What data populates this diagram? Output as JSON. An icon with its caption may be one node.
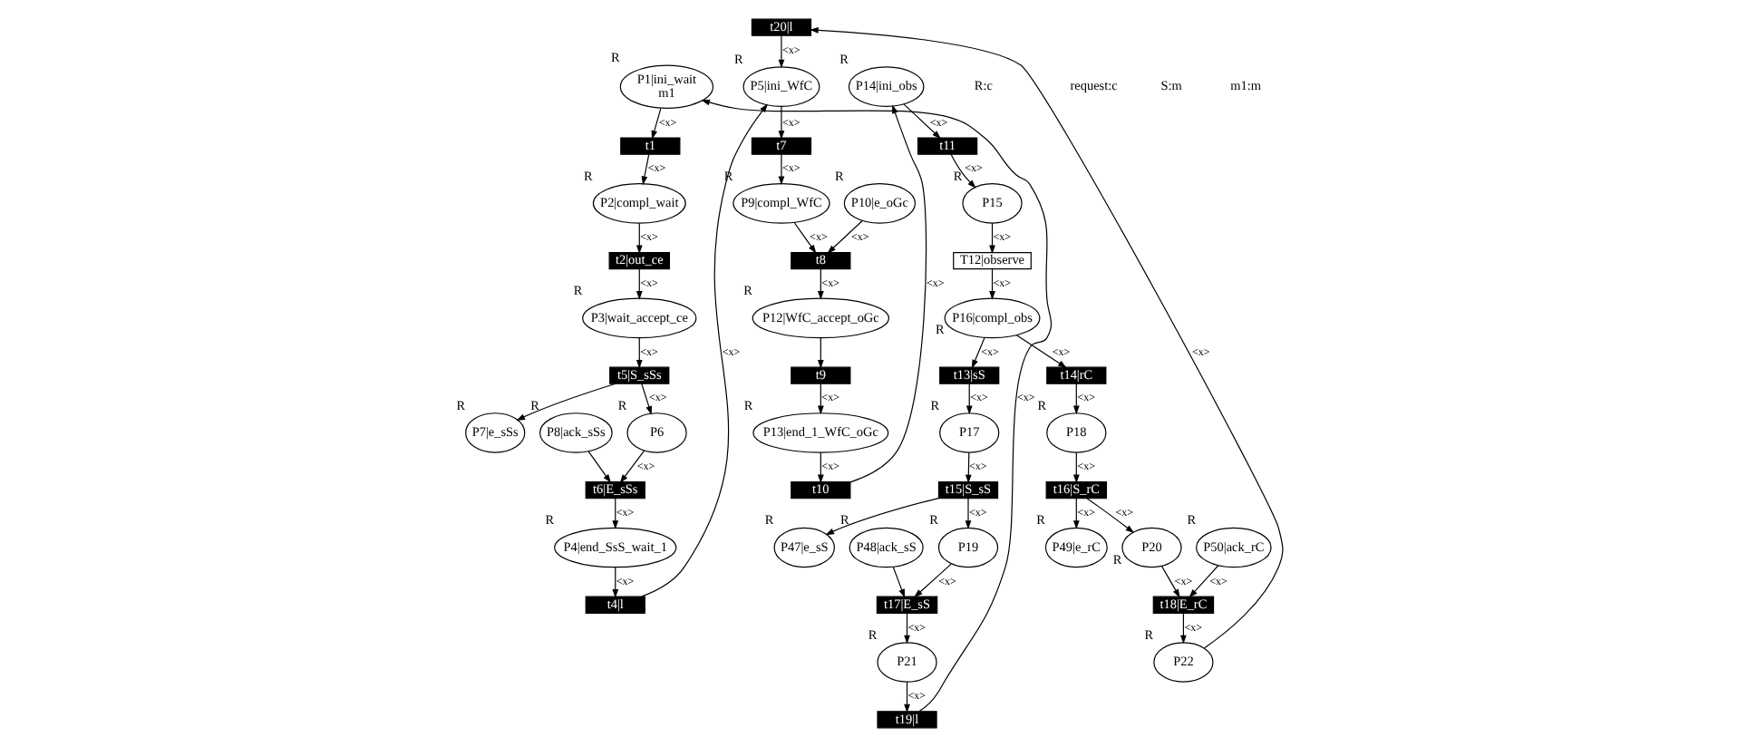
{
  "diagram": {
    "nodes": [
      {
        "text": [
          "P1|ini_wait",
          "m1"
        ],
        "beside": [
          "R"
        ]
      },
      {
        "text": [
          "t1"
        ]
      },
      {
        "text": [
          "P2|compl_wait"
        ],
        "beside": [
          "R"
        ]
      },
      {
        "text": [
          "t2|out_ce"
        ]
      },
      {
        "text": [
          "P3|wait_accept_ce"
        ],
        "beside": [
          "R"
        ]
      },
      {
        "text": [
          "P7|e_sSs"
        ],
        "beside": [
          "R"
        ]
      },
      {
        "text": [
          "t5|S_sSs"
        ]
      },
      {
        "text": [
          "P8|ack_sSs"
        ],
        "beside": [
          "R"
        ]
      },
      {
        "text": [
          "P6"
        ],
        "beside": [
          "R"
        ]
      },
      {
        "text": [
          "t6|E_sSs"
        ]
      },
      {
        "text": [
          "P4|end_SsS_wait_1"
        ],
        "beside": [
          "R"
        ]
      },
      {
        "text": [
          "t4|l"
        ]
      },
      {
        "text": [
          "P5|ini_WfC"
        ],
        "beside": [
          "R"
        ]
      },
      {
        "text": [
          "t7"
        ]
      },
      {
        "text": [
          "P9|compl_WfC"
        ],
        "beside": [
          "R"
        ]
      },
      {
        "text": [
          "P10|e_oGc"
        ],
        "beside": [
          "R"
        ]
      },
      {
        "text": [
          "t8"
        ]
      },
      {
        "text": [
          "P12|WfC_accept_oGc"
        ],
        "beside": [
          "R"
        ]
      },
      {
        "text": [
          "t9"
        ]
      },
      {
        "text": [
          "P13|end_1_WfC_oGc"
        ],
        "beside": [
          "R"
        ]
      },
      {
        "text": [
          "t10"
        ]
      },
      {
        "text": [
          "P14|ini_obs"
        ],
        "beside": [
          "R"
        ]
      },
      {
        "text": [
          "t11"
        ]
      },
      {
        "text": [
          "P15"
        ],
        "beside": [
          "R"
        ]
      },
      {
        "text": [
          "T12|observe"
        ]
      },
      {
        "text": [
          "P16|compl_obs"
        ],
        "beside": [
          "R"
        ]
      },
      {
        "text": [
          "t13|sS"
        ]
      },
      {
        "text": [
          "t14|rC"
        ]
      },
      {
        "text": [
          "P47|e_sS"
        ],
        "beside": [
          "R"
        ]
      },
      {
        "text": [
          "P17"
        ],
        "beside": [
          "R"
        ]
      },
      {
        "text": [
          "t15|S_sS"
        ]
      },
      {
        "text": [
          "P18"
        ],
        "beside": [
          "R"
        ]
      },
      {
        "text": [
          "P49|e_rC"
        ],
        "beside": [
          "R"
        ]
      },
      {
        "text": [
          "t16|S_rC"
        ]
      },
      {
        "text": [
          "P48|ack_sS"
        ],
        "beside": [
          "R"
        ]
      },
      {
        "text": [
          "P19"
        ],
        "beside": [
          "R"
        ]
      },
      {
        "text": [
          "t17|E_sS"
        ]
      },
      {
        "text": [
          "P20"
        ],
        "beside": [
          "R"
        ]
      },
      {
        "text": [
          "P50|ack_rC"
        ],
        "beside": [
          "R"
        ]
      },
      {
        "text": [
          "t18|E_rC"
        ]
      },
      {
        "text": [
          "P21"
        ],
        "beside": [
          "R"
        ]
      },
      {
        "text": [
          "t19|l"
        ]
      },
      {
        "text": [
          "P22"
        ],
        "beside": [
          "R"
        ]
      },
      {
        "text": [
          "t20|l"
        ]
      }
    ],
    "edges": [
      {
        "from": 0,
        "to": 1,
        "arrow": "to",
        "label": "<x>"
      },
      {
        "from": 1,
        "to": 2,
        "arrow": "to",
        "label": "<x>"
      },
      {
        "from": 2,
        "to": 3,
        "arrow": "to",
        "label": "<x>"
      },
      {
        "from": 3,
        "to": 4,
        "arrow": "to",
        "label": "<x>"
      },
      {
        "from": 4,
        "to": 6,
        "arrow": "to",
        "label": "<x>"
      },
      {
        "from": 6,
        "to": 5,
        "arrow": "to"
      },
      {
        "from": 6,
        "to": 8,
        "arrow": "to",
        "label": "<x>"
      },
      {
        "from": 7,
        "to": 9,
        "arrow": "to"
      },
      {
        "from": 8,
        "to": 9,
        "arrow": "to",
        "label": "<x>"
      },
      {
        "from": 9,
        "to": 10,
        "arrow": "to",
        "label": "<x>"
      },
      {
        "from": 10,
        "to": 11,
        "arrow": "to",
        "label": "<x>"
      },
      {
        "from": 11,
        "to": 12,
        "arrow": "to",
        "label": "<x>"
      },
      {
        "from": 12,
        "to": 13,
        "arrow": "to",
        "label": "<x>"
      },
      {
        "from": 13,
        "to": 14,
        "arrow": "to",
        "label": "<x>"
      },
      {
        "from": 14,
        "to": 16,
        "arrow": "to",
        "label": "<x>"
      },
      {
        "from": 15,
        "to": 16,
        "arrow": "to",
        "label": "<x>"
      },
      {
        "from": 16,
        "to": 17,
        "arrow": "to",
        "label": "<x>"
      },
      {
        "from": 17,
        "to": 18,
        "arrow": "to"
      },
      {
        "from": 18,
        "to": 19,
        "arrow": "to",
        "label": "<x>"
      },
      {
        "from": 19,
        "to": 20,
        "arrow": "to",
        "label": "<x>"
      },
      {
        "from": 20,
        "to": 21,
        "arrow": "to",
        "label": "<x>"
      },
      {
        "from": 21,
        "to": 22,
        "arrow": "to",
        "label": "<x>"
      },
      {
        "from": 22,
        "to": 23,
        "arrow": "to",
        "label": "<x>"
      },
      {
        "from": 23,
        "to": 24,
        "arrow": "to",
        "label": "<x>"
      },
      {
        "from": 24,
        "to": 25,
        "arrow": "to",
        "label": "<x>"
      },
      {
        "from": 25,
        "to": 26,
        "arrow": "to",
        "label": "<x>"
      },
      {
        "from": 25,
        "to": 27,
        "arrow": "to",
        "label": "<x>"
      },
      {
        "from": 26,
        "to": 29,
        "arrow": "to",
        "label": "<x>"
      },
      {
        "from": 29,
        "to": 30,
        "arrow": "to",
        "label": "<x>"
      },
      {
        "from": 30,
        "to": 28,
        "arrow": "to"
      },
      {
        "from": 30,
        "to": 35,
        "arrow": "to",
        "label": "<x>"
      },
      {
        "from": 35,
        "to": 36,
        "arrow": "to",
        "label": "<x>"
      },
      {
        "from": 34,
        "to": 36,
        "arrow": "to"
      },
      {
        "from": 36,
        "to": 40,
        "arrow": "to",
        "label": "<x>"
      },
      {
        "from": 40,
        "to": 41,
        "arrow": "to",
        "label": "<x>"
      },
      {
        "from": 41,
        "to": 0,
        "arrow": "to",
        "label": "<x>"
      },
      {
        "from": 27,
        "to": 31,
        "arrow": "to",
        "label": "<x>"
      },
      {
        "from": 31,
        "to": 33,
        "arrow": "to",
        "label": "<x>"
      },
      {
        "from": 33,
        "to": 32,
        "arrow": "to",
        "label": "<x>"
      },
      {
        "from": 33,
        "to": 37,
        "arrow": "to",
        "label": "<x>"
      },
      {
        "from": 37,
        "to": 39,
        "arrow": "to",
        "label": "<x>"
      },
      {
        "from": 38,
        "to": 39,
        "arrow": "to",
        "label": "<x>"
      },
      {
        "from": 39,
        "to": 42,
        "arrow": "to",
        "label": "<x>"
      },
      {
        "from": 42,
        "to": 43,
        "arrow": "to",
        "label": "<x>"
      },
      {
        "from": 43,
        "to": 12,
        "arrow": "to",
        "label": "<x>"
      }
    ],
    "labels": [
      "R:c",
      "request:c",
      "S:m",
      "m1:m"
    ]
  }
}
